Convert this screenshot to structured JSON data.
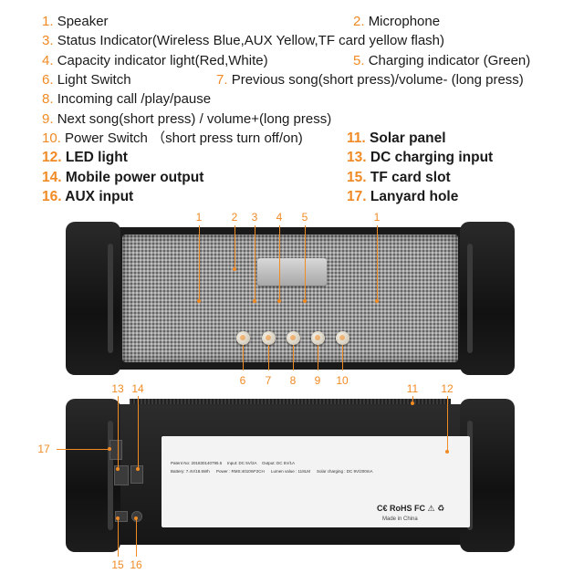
{
  "legend": [
    {
      "num": "1.",
      "text": "Speaker"
    },
    {
      "num": "2.",
      "text": "Microphone"
    },
    {
      "num": "3.",
      "text": "Status Indicator(Wireless Blue,AUX Yellow,TF card yellow flash)"
    },
    {
      "num": "4.",
      "text": "Capacity indicator light(Red,White)"
    },
    {
      "num": "5.",
      "text": "Charging indicator (Green)"
    },
    {
      "num": "6.",
      "text": "Light Switch"
    },
    {
      "num": "7.",
      "text": "Previous song(short press)/volume- (long press)"
    },
    {
      "num": "8.",
      "text": "Incoming call /play/pause"
    },
    {
      "num": "9.",
      "text": "Next song(short press) / volume+(long press)"
    },
    {
      "num": "10.",
      "text": "Power Switch （short press turn off/on)"
    },
    {
      "num": "11.",
      "text": "Solar panel"
    },
    {
      "num": "12.",
      "text": "LED light"
    },
    {
      "num": "13.",
      "text": "DC charging input"
    },
    {
      "num": "14.",
      "text": "Mobile power output"
    },
    {
      "num": "15.",
      "text": "TF card slot"
    },
    {
      "num": "16.",
      "text": "AUX input"
    },
    {
      "num": "17.",
      "text": "Lanyard hole"
    }
  ],
  "callouts_top": [
    "1",
    "2",
    "3",
    "4",
    "5",
    "1",
    "6",
    "7",
    "8",
    "9",
    "10"
  ],
  "callouts_bottom": [
    "13",
    "14",
    "11",
    "12",
    "17",
    "15",
    "16"
  ],
  "plate": {
    "patent": "Patent No: 201830140795.5",
    "input": "Input: DC 5V/2A",
    "output": "Output: DC 5V/1A",
    "battery": "Battery: 7.4V/18.5Wh",
    "power": "Power : RMS:4010W*2CH",
    "lumen": "Lumen value : 118LM",
    "solar": "Solar charging : DC 9V/200mA",
    "certs": "C€ RoHS FC ⚠ ♻",
    "made": "Made in China"
  }
}
